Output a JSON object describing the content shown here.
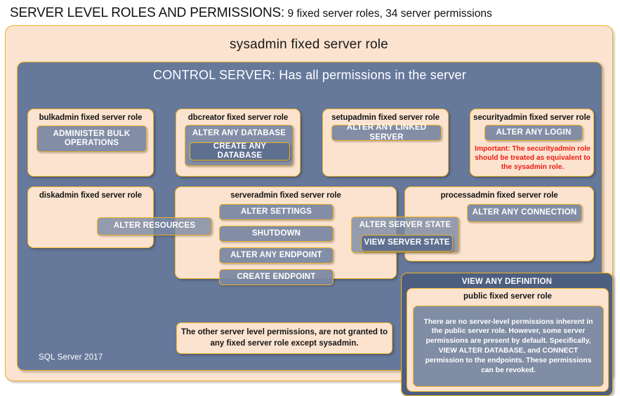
{
  "title": {
    "main": "SERVER LEVEL ROLES AND PERMISSIONS:",
    "subtitle": "9 fixed server roles, 34 server permissions"
  },
  "sysadmin": {
    "label": "sysadmin  fixed  server  role"
  },
  "control_server": {
    "label": "CONTROL SERVER: Has all permissions in the server"
  },
  "roles": {
    "bulkadmin": {
      "title": "bulkadmin  fixed server role",
      "permissions": [
        {
          "label": "ADMINISTER  BULK OPERATIONS"
        }
      ]
    },
    "dbcreator": {
      "title": "dbcreator fixed server role",
      "permissions": [
        {
          "label": "ALTER ANY DATABASE"
        },
        {
          "label": "CREATE  ANY DATABASE"
        }
      ]
    },
    "setupadmin": {
      "title": "setupadmin fixed server role",
      "permissions": [
        {
          "label": "ALTER ANY LINKED SERVER"
        }
      ]
    },
    "securityadmin": {
      "title": "securityadmin  fixed server role",
      "permissions": [
        {
          "label": "ALTER ANY LOGIN"
        }
      ],
      "warning": "Important:  The securityadmin role should  be treated  as equivalent to the  sysadmin role."
    },
    "diskadmin": {
      "title": "diskadmin  fixed server role",
      "permissions": [
        {
          "label": "ALTER RESOURCES"
        }
      ]
    },
    "serveradmin": {
      "title": "serveradmin fixed server role",
      "permissions": [
        {
          "label": "ALTER SETTINGS"
        },
        {
          "label": "SHUTDOWN"
        },
        {
          "label": "ALTER ANY ENDPOINT"
        },
        {
          "label": "CREATE  ENDPOINT"
        },
        {
          "label": "ALTER SERVER STATE"
        },
        {
          "label": "VIEW SERVER  STATE"
        }
      ]
    },
    "processadmin": {
      "title": "processadmin fixed server role",
      "permissions": [
        {
          "label": "ALTER ANY CONNECTION"
        }
      ]
    },
    "public": {
      "group_label": "VIEW ANY DEFINITION",
      "title": "public  fixed server role",
      "description": "There are no server-level permissions inherent in the public server role. However, some server permissions are present by default. Specifically, VIEW ALTER DATABASE, and CONNECT permission to the endpoints. These permissions can be revoked."
    }
  },
  "notes": {
    "other_permissions": "The other server level permissions,  are not granted to any fixed server role except sysadmin."
  },
  "footer": {
    "label": "SQL Server 2017"
  },
  "colors": {
    "peach": "#fbe3d0",
    "gold_border": "#f0b323",
    "slate_panel": "#67799b",
    "slate_chip": "#7a88a2",
    "slate_chip_nested": "#5e6f8f",
    "slate_dark_group": "#4d5f80",
    "warning_red": "#ef1b12",
    "text_dark": "#161616",
    "text_light": "#ffffff"
  }
}
